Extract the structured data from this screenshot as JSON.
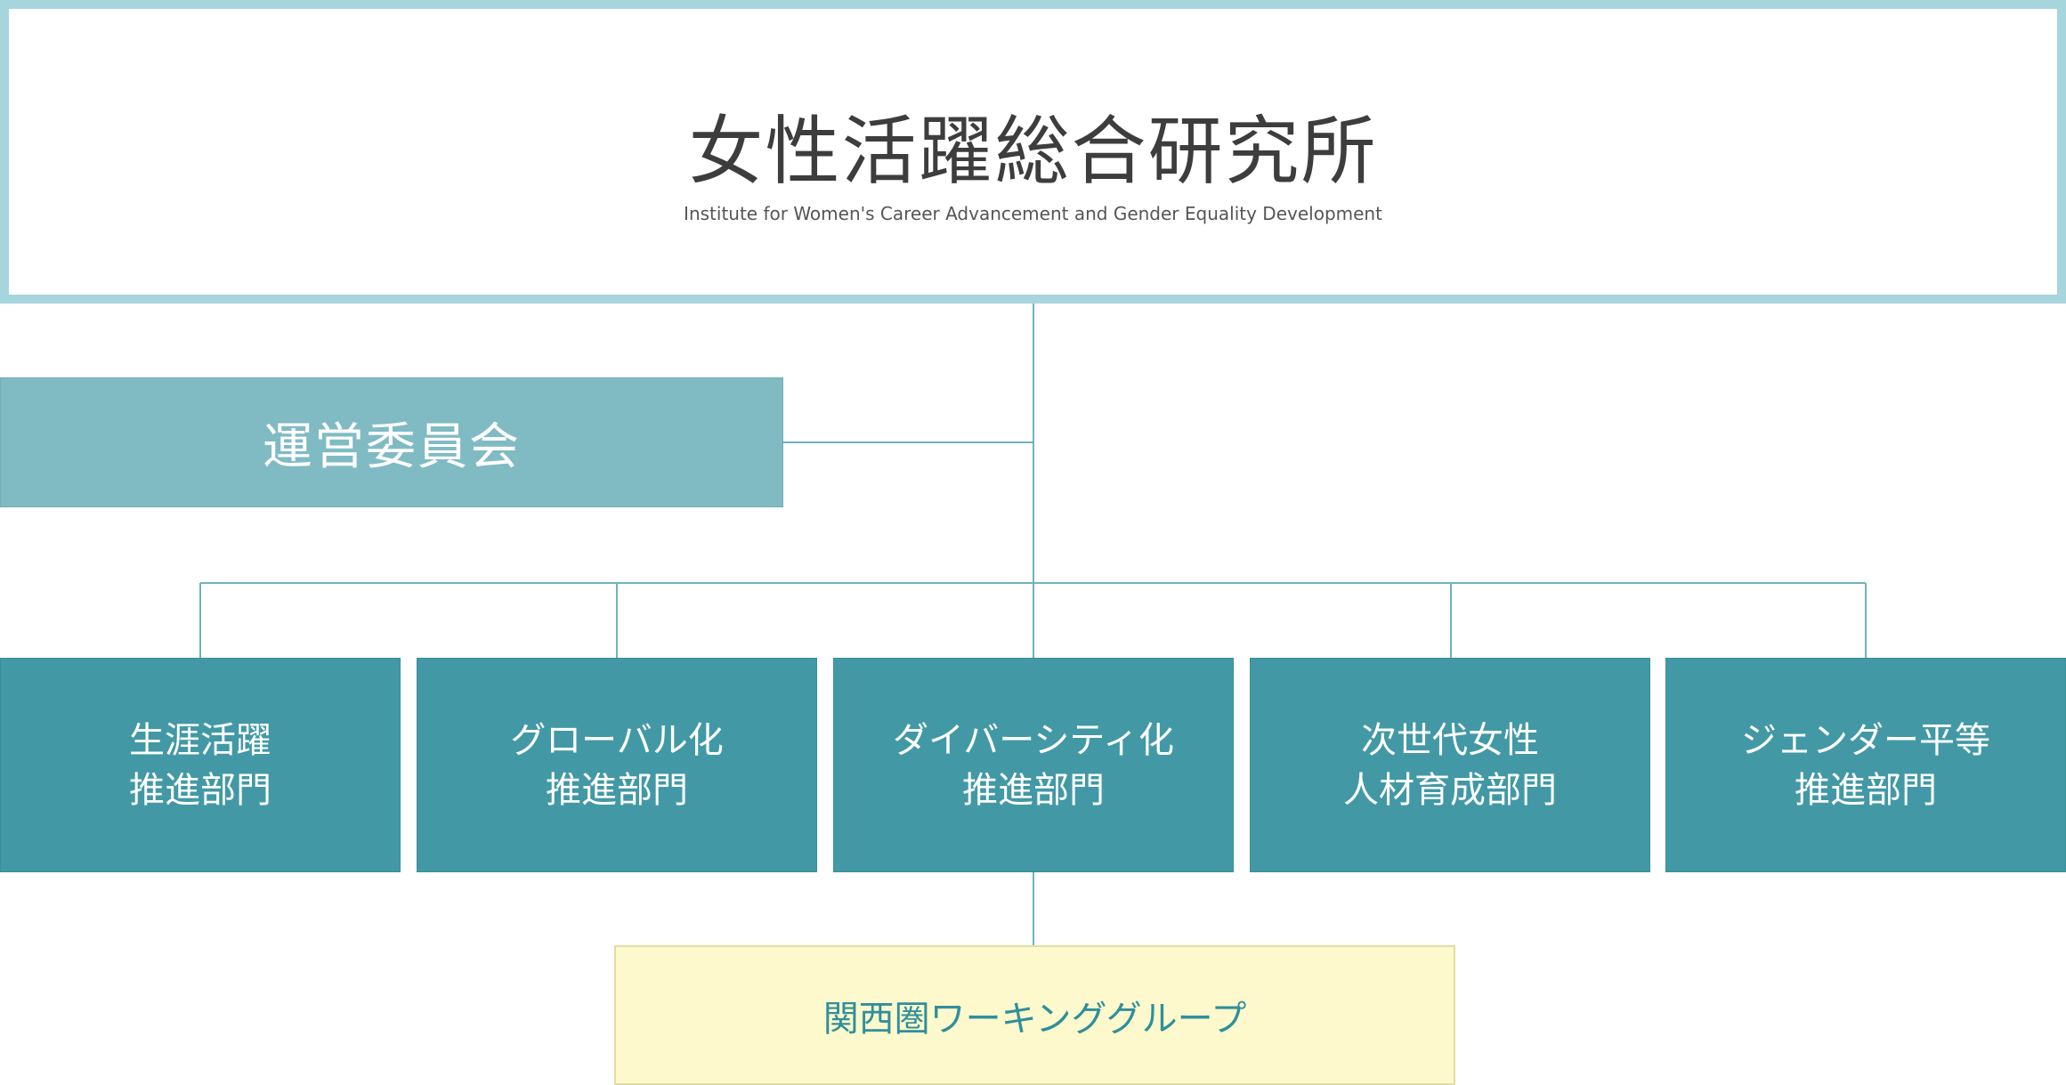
{
  "header": {
    "title": "女性活躍総合研究所",
    "subtitle": "Institute for Women's Career Advancement and Gender Equality Development"
  },
  "committee": {
    "label": "運営委員会"
  },
  "departments": [
    {
      "line1": "生涯活躍",
      "line2": "推進部門"
    },
    {
      "line1": "グローバル化",
      "line2": "推進部門"
    },
    {
      "line1": "ダイバーシティ化",
      "line2": "推進部門"
    },
    {
      "line1": "次世代女性",
      "line2": "人材育成部門"
    },
    {
      "line1": "ジェンダー平等",
      "line2": "推進部門"
    }
  ],
  "working_group": {
    "label": "関西圏ワーキンググループ"
  },
  "colors": {
    "title_border": "#a7d5de",
    "committee_fill": "#80bbc4",
    "department_fill": "#4299a5",
    "working_group_fill": "#fdf9cc",
    "working_group_text": "#2f8f9c",
    "connector": "#6fb3be"
  }
}
